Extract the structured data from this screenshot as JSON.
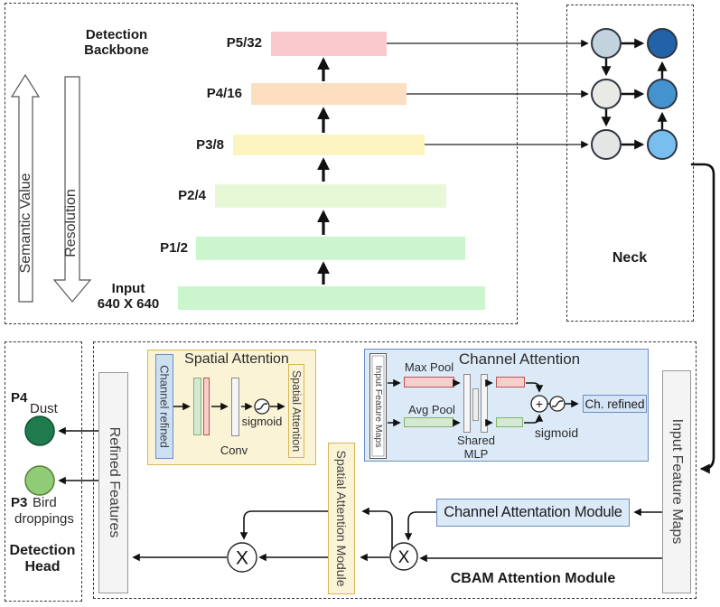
{
  "colors": {
    "p5_bar": "#FAC9CE",
    "p4_bar": "#FBDFC0",
    "p3_bar": "#FCF4BE",
    "p2_bar": "#E7F8D6",
    "p1_bar": "#CBF5CC",
    "input_bar": "#CBF5CC",
    "neck_top_left": "#C2D3DE",
    "neck_top_right": "#2262A9",
    "neck_mid_left": "#E9E9E6",
    "neck_mid_right": "#4493CF",
    "neck_bot_left": "#E4E6E6",
    "neck_bot_right": "#78BEEE",
    "p4_head_circle": "#1F7B4C",
    "p3_head_circle": "#90CB76",
    "yellow_fill": "#FBF3D6",
    "yellow_border": "#D6B656",
    "blue_fill": "#DCEAF8",
    "blue_border": "#6C8EBF",
    "green_fill": "#D5E8D4",
    "green_border": "#82B366",
    "red_fill": "#F8CECC",
    "red_border": "#B85450",
    "gray_fill": "#F5F5F5"
  },
  "backbone": {
    "title_line1": "Detection",
    "title_line2": "Backbone",
    "semantic_axis": "Semantic Value",
    "resolution_axis": "Resolution",
    "levels": [
      {
        "label": "P5/32"
      },
      {
        "label": "P4/16"
      },
      {
        "label": "P3/8"
      },
      {
        "label": "P2/4"
      },
      {
        "label": "P1/2"
      }
    ],
    "input_line1": "Input",
    "input_line2": "640 X 640"
  },
  "neck": {
    "title": "Neck"
  },
  "head": {
    "p4": "P4",
    "p4_class": "Dust",
    "p3": "P3",
    "p3_class_line1": "Bird",
    "p3_class_line2": "droppings",
    "title_line1": "Detection",
    "title_line2": "Head"
  },
  "cbam": {
    "refined_bar": "Refined Features",
    "input_bar": "Input Feature Maps",
    "spatial_module": "Spatial Attention Module",
    "channel_module": "Channel Attentation Module",
    "label": "CBAM Attention Module",
    "multiply": "X",
    "add": "+",
    "spatial": {
      "title": "Spatial Attention",
      "input": "Channel refined",
      "conv": "Conv",
      "sigmoid": "sigmoid",
      "output": "Spatial Attention"
    },
    "channel": {
      "title": "Channel Attention",
      "input": "Input Feature Maps",
      "max_pool": "Max Pool",
      "avg_pool": "Avg Pool",
      "mlp_line1": "Shared",
      "mlp_line2": "MLP",
      "sigmoid": "sigmoid",
      "output": "Ch. refined"
    }
  }
}
